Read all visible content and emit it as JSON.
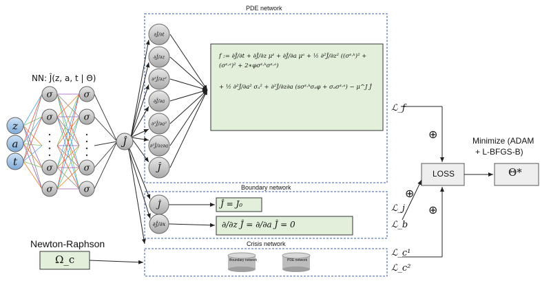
{
  "titles": {
    "pde_network": "PDE network",
    "boundary_network": "Boundary network",
    "crisis_network": "Crisis network",
    "nn": "NN: Ĵ(z, a, t | Θ)",
    "newton_raphson": "Newton-Raphson",
    "minimize": "Minimize (ADAM",
    "minimize2": "+ L-BFGS-B)"
  },
  "inputs": [
    "z",
    "a",
    "t"
  ],
  "hidden": {
    "sigma": "σ",
    "dots": "·"
  },
  "output_node": "Ĵ",
  "pde_nodes": [
    "∂Ĵ/∂t",
    "∂Ĵ/∂z",
    "∂²Ĵ/∂z²",
    "∂Ĵ/∂a",
    "∂²Ĵ/∂a²",
    "∂²Ĵ/∂z∂a",
    "Ĵ"
  ],
  "pde_equation": {
    "line1": "f := ∂Ĵ/∂t + ∂Ĵ/∂z μᶻ + ∂Ĵ/∂a μᵃ + ½ ∂²Ĵ/∂z² ((σᶻ·ᵏ)² + (σᶻ·ᵃ)² + 2∗φσᶻ·ᵏσᶻ·ᵃ)",
    "line2": "+ ½ ∂²Ĵ/∂a² σₐ² + ∂²Ĵ/∂z∂a (sσᶻ·ᵏσₐφ + σₐσᶻ·ᵃ) − μ^J Ĵ"
  },
  "boundary_nodes": [
    "Ĵ",
    "∂Ĵ/∂x"
  ],
  "boundary_eqs": [
    "Ĵ = J₀",
    "∂/∂z Ĵ = ∂/∂a Ĵ = 0"
  ],
  "crisis": {
    "cyl1": "Boundary network",
    "cyl2": "PDE network",
    "omega": "Ω_c"
  },
  "losses": {
    "lf": "ℒ_f",
    "lj": "ℒ_j",
    "lb": "ℒ_b",
    "lc1": "ℒ_c¹",
    "lc2": "ℒ_c²"
  },
  "loss_box": "LOSS",
  "theta_box": "Θ*",
  "oplus": "⊕"
}
